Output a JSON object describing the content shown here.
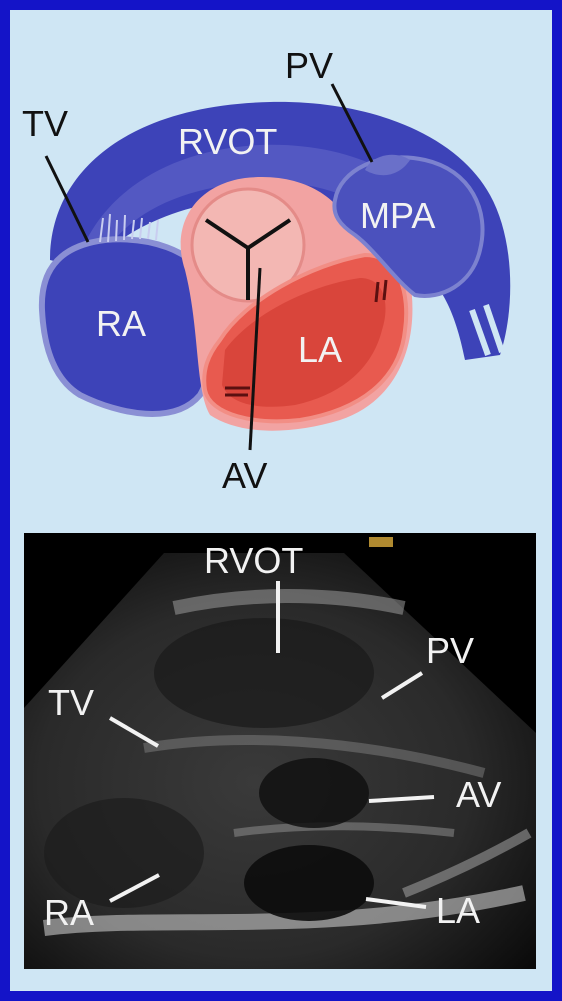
{
  "colors": {
    "frame_border": "#1414c8",
    "background": "#cfe6f4",
    "rv_blue": "#3d43b8",
    "rv_light": "#7f86cc",
    "aortic_pink": "#f2a3a2",
    "la_red": "#e85a4f"
  },
  "schematic": {
    "labels": {
      "tv": "TV",
      "rvot": "RVOT",
      "pv": "PV",
      "mpa": "MPA",
      "ra": "RA",
      "la": "LA",
      "av": "AV"
    }
  },
  "echo": {
    "labels": {
      "rvot": "RVOT",
      "pv": "PV",
      "tv": "TV",
      "av": "AV",
      "ra": "RA",
      "la": "LA"
    }
  }
}
